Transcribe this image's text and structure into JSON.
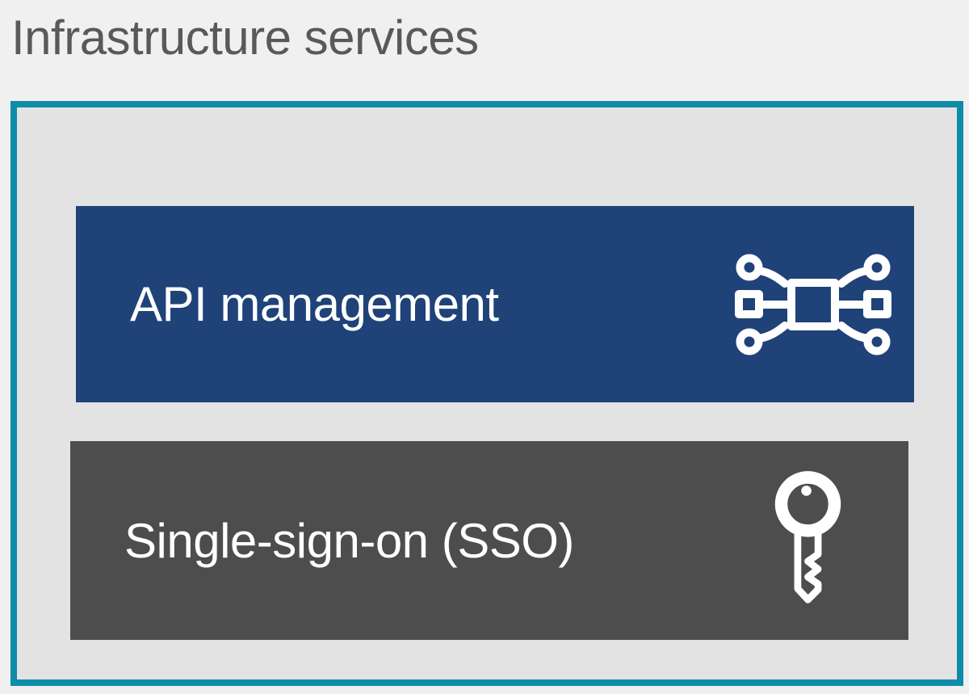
{
  "title": "Infrastructure services",
  "panel": {
    "border_color": "#0f8ca8",
    "background": "#e3e3e4",
    "items": [
      {
        "label": "API management",
        "icon": "api-circuit-icon",
        "background": "#1f4278",
        "text_color": "#ffffff"
      },
      {
        "label": "Single-sign-on (SSO)",
        "icon": "key-icon",
        "background": "#4d4d4d",
        "text_color": "#ffffff"
      }
    ]
  },
  "colors": {
    "page_background": "#f0f0f1",
    "title_text": "#595959",
    "accent_teal": "#0f8ca8",
    "api_blue": "#1f4278",
    "sso_gray": "#4d4d4d",
    "icon_white": "#ffffff"
  }
}
